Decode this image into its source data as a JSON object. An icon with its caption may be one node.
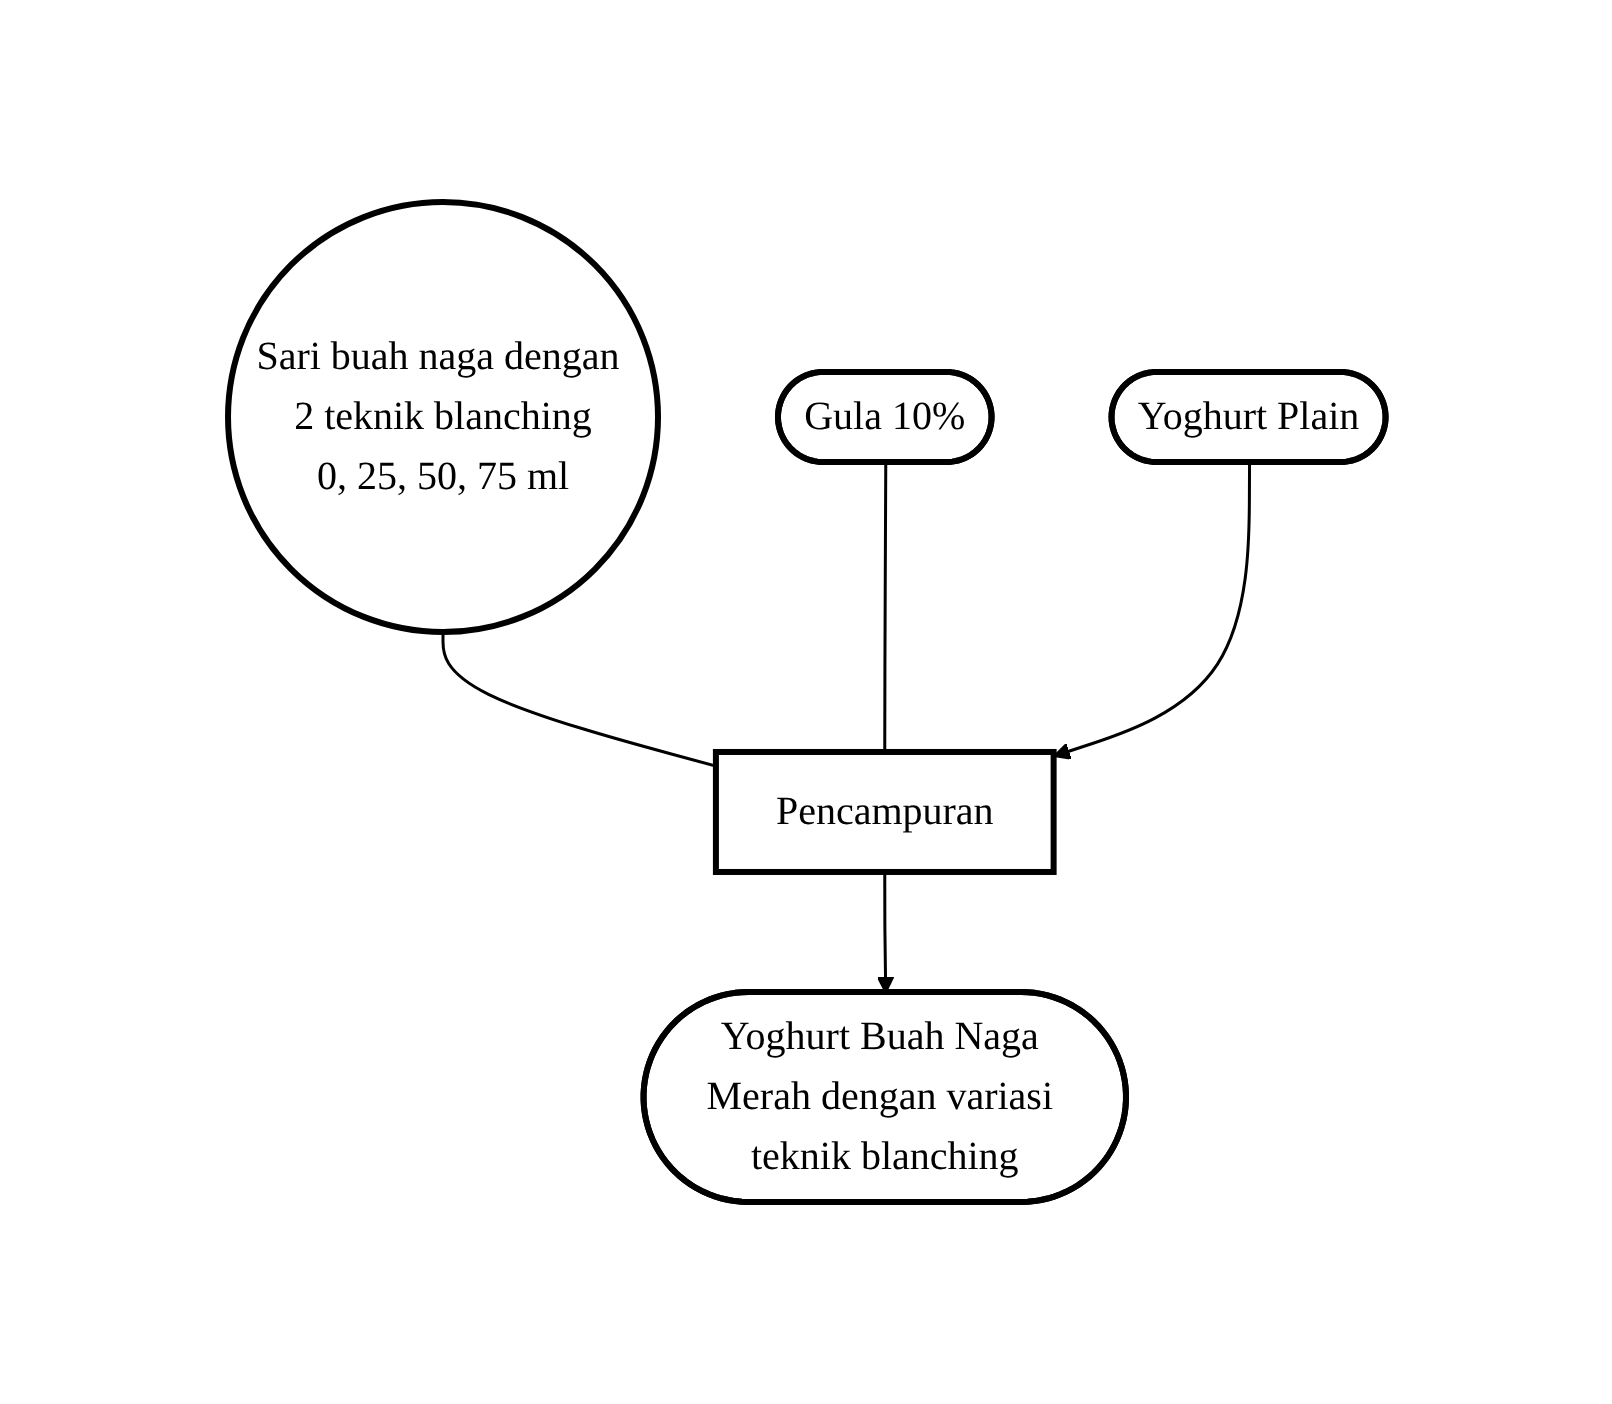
{
  "diagram": {
    "nodes": [
      {
        "text": [
          "Sari buah naga dengan 2 teknik blanching",
          "0, 25, 50, 75 ml"
        ]
      },
      {
        "text": [
          "Yoghurt Plain"
        ]
      },
      {
        "text": [
          "Gula 10%"
        ]
      },
      {
        "text": [
          "Pencampuran"
        ]
      },
      {
        "text": [
          "Yoghurt Buah Naga Merah dengan variasi teknik blanching"
        ]
      }
    ],
    "edges": [
      {
        "from": 0,
        "to": 3,
        "arrow": "none"
      },
      {
        "from": 2,
        "to": 3,
        "arrow": "none"
      },
      {
        "from": 1,
        "to": 3,
        "arrow": "to"
      },
      {
        "from": 3,
        "to": 4,
        "arrow": "to"
      }
    ]
  }
}
